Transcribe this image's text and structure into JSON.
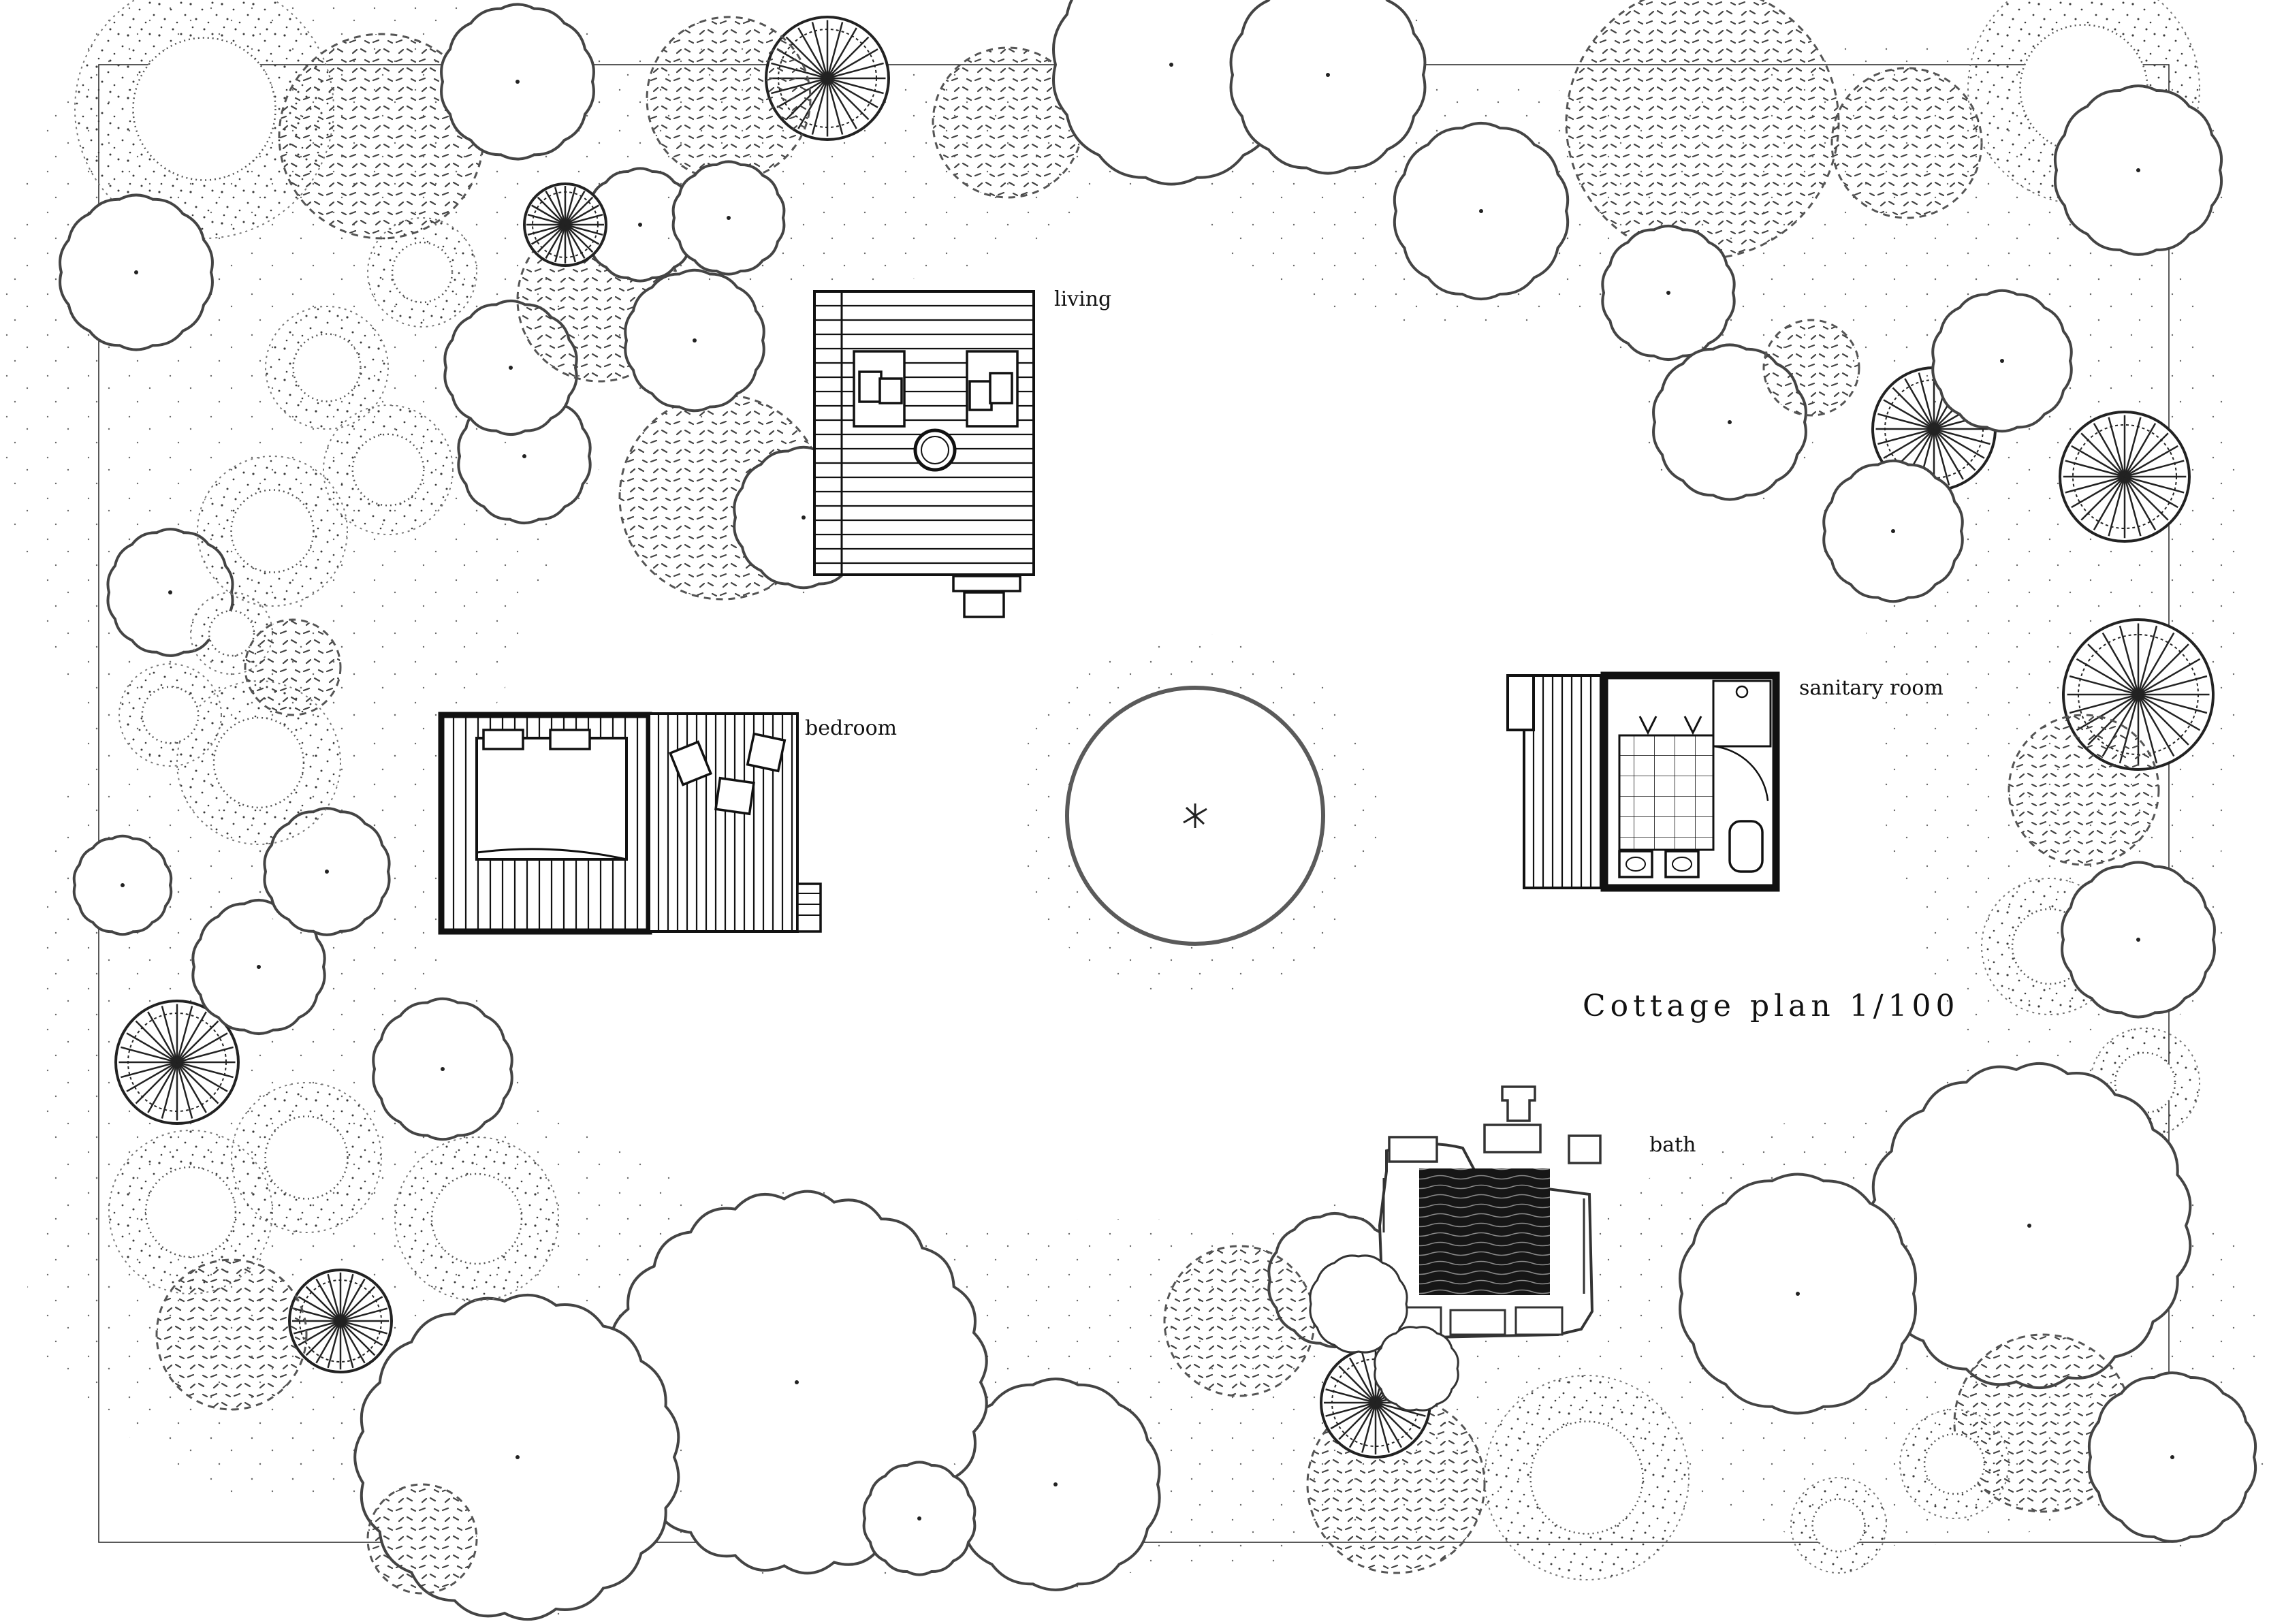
{
  "labels": {
    "living": "living",
    "bedroom": "bedroom",
    "sanitary_room": "sanitary room",
    "bath": "bath"
  },
  "title": "Cottage plan  1/100",
  "colors": {
    "ink": "#141414",
    "stipple": "#3a3a3a",
    "canopy_outline": "#5a5a5a",
    "paper": "#ffffff"
  }
}
